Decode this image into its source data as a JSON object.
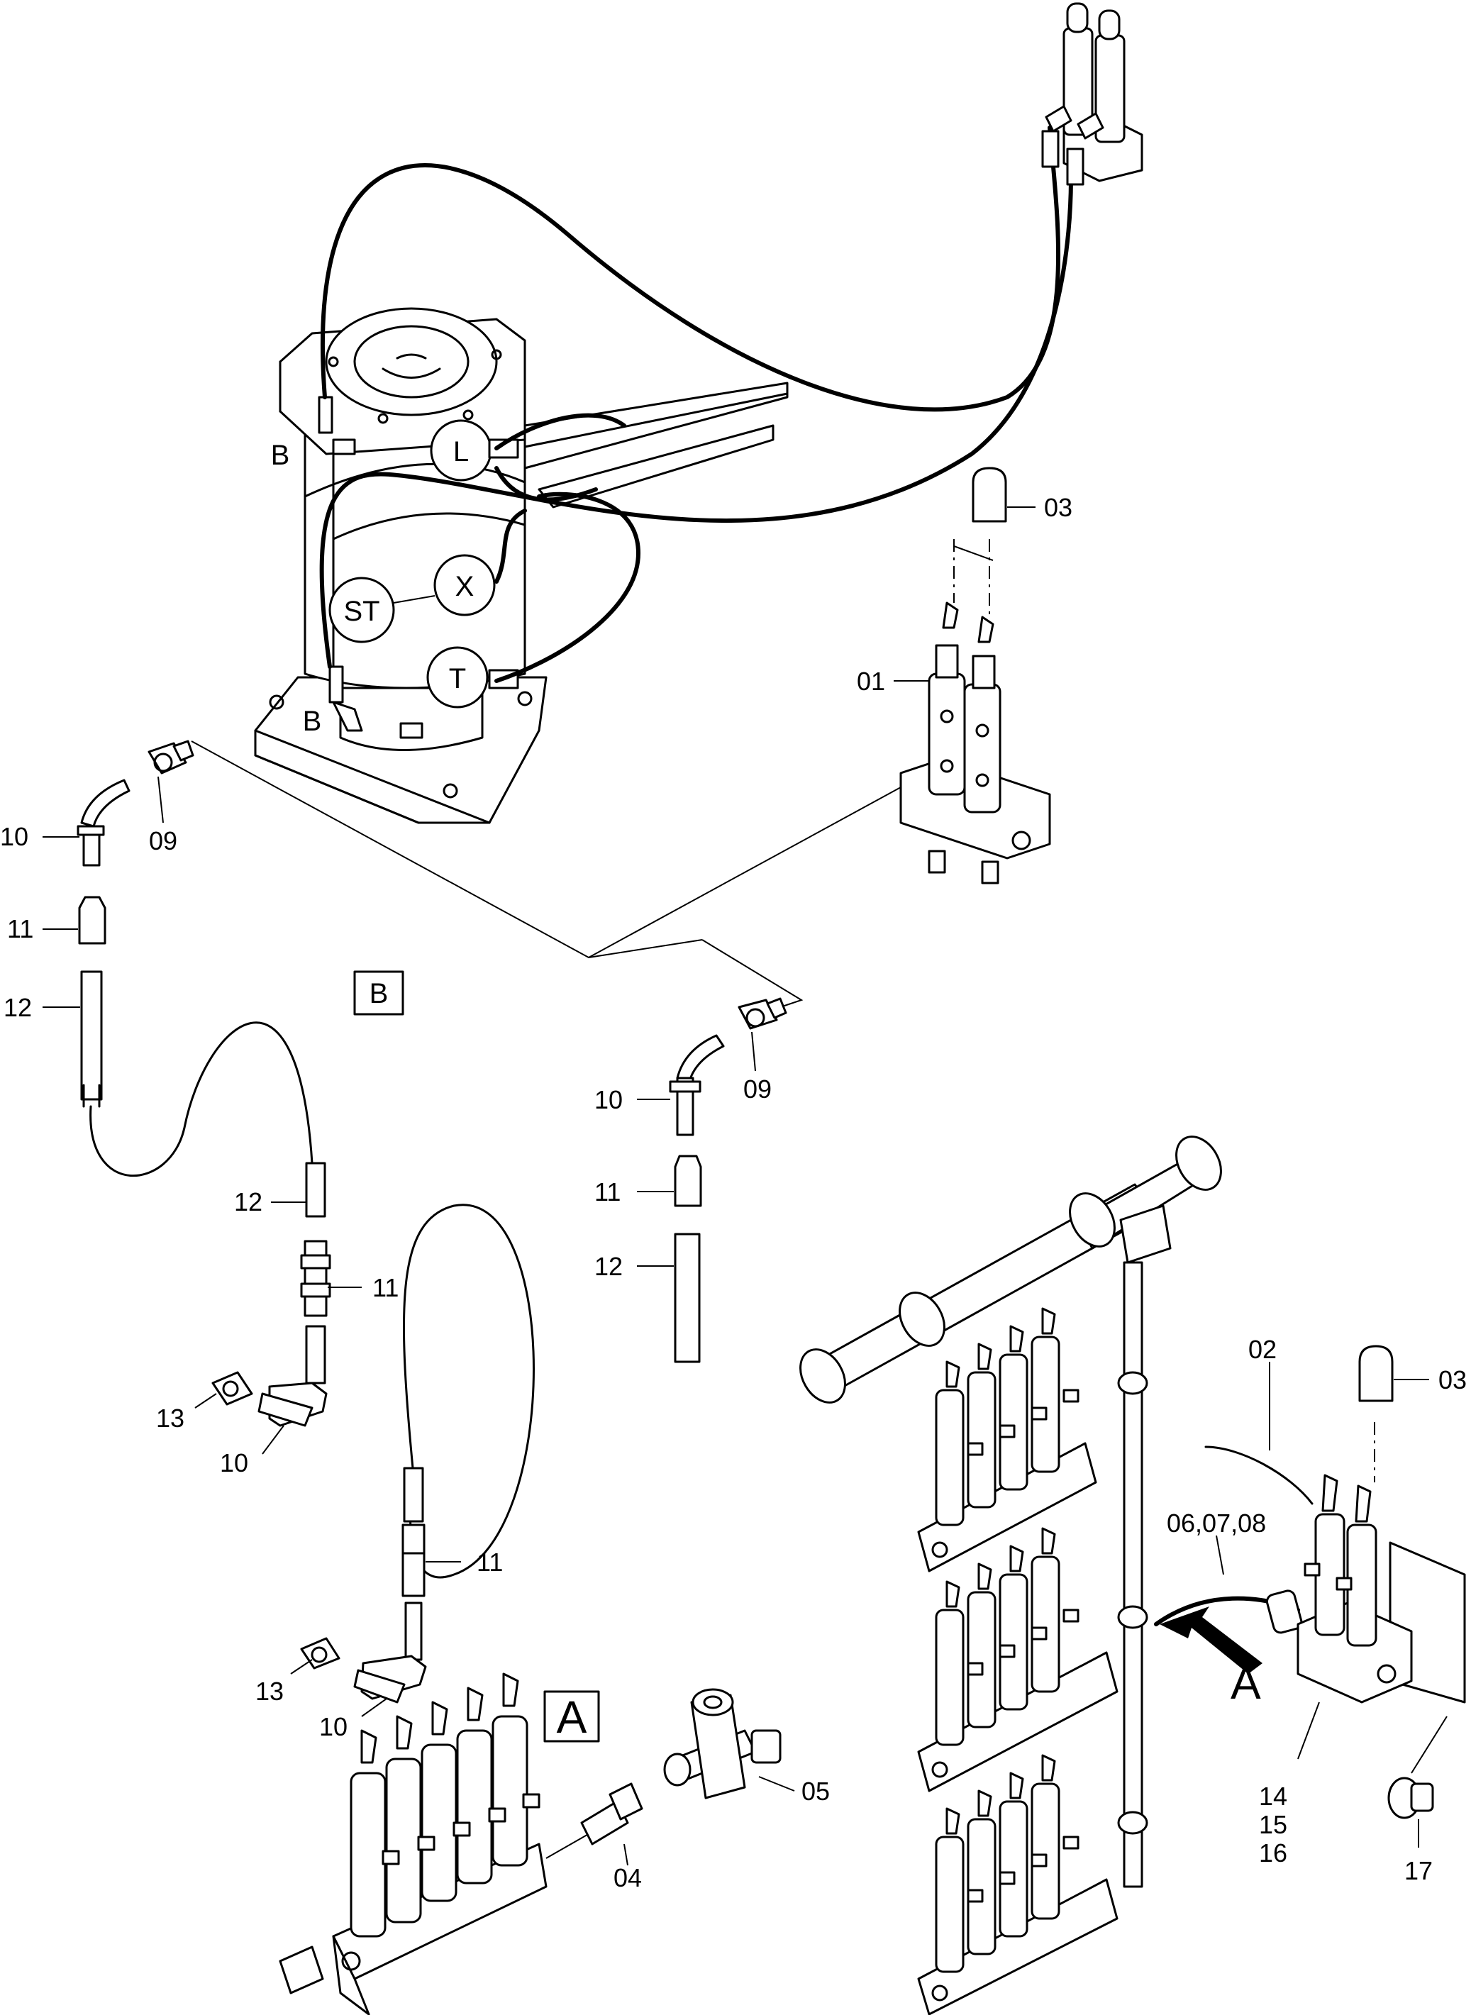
{
  "labels": {
    "p01": "01",
    "p02": "02",
    "p03_top": "03",
    "p03_right": "03",
    "p04": "04",
    "p05": "05",
    "p06_07_08": "06,07,08",
    "p09_left": "09",
    "p09_mid": "09",
    "p10_left": "10",
    "p10_mid": "10",
    "p10_lower1": "10",
    "p10_lower2": "10",
    "p11_left": "11",
    "p11_mid": "11",
    "p11_lower1": "11",
    "p11_lower2": "11",
    "p12_left": "12",
    "p12_mid": "12",
    "p12_lower": "12",
    "p13_a": "13",
    "p13_b": "13",
    "p14": "14",
    "p15": "15",
    "p16": "16",
    "p17": "17"
  },
  "ports": {
    "L": "L",
    "X": "X",
    "ST": "ST",
    "T": "T",
    "B_upper": "B",
    "B_lower": "B"
  },
  "views": {
    "detail_B": "B",
    "detail_A": "A",
    "arrow_A": "A"
  }
}
